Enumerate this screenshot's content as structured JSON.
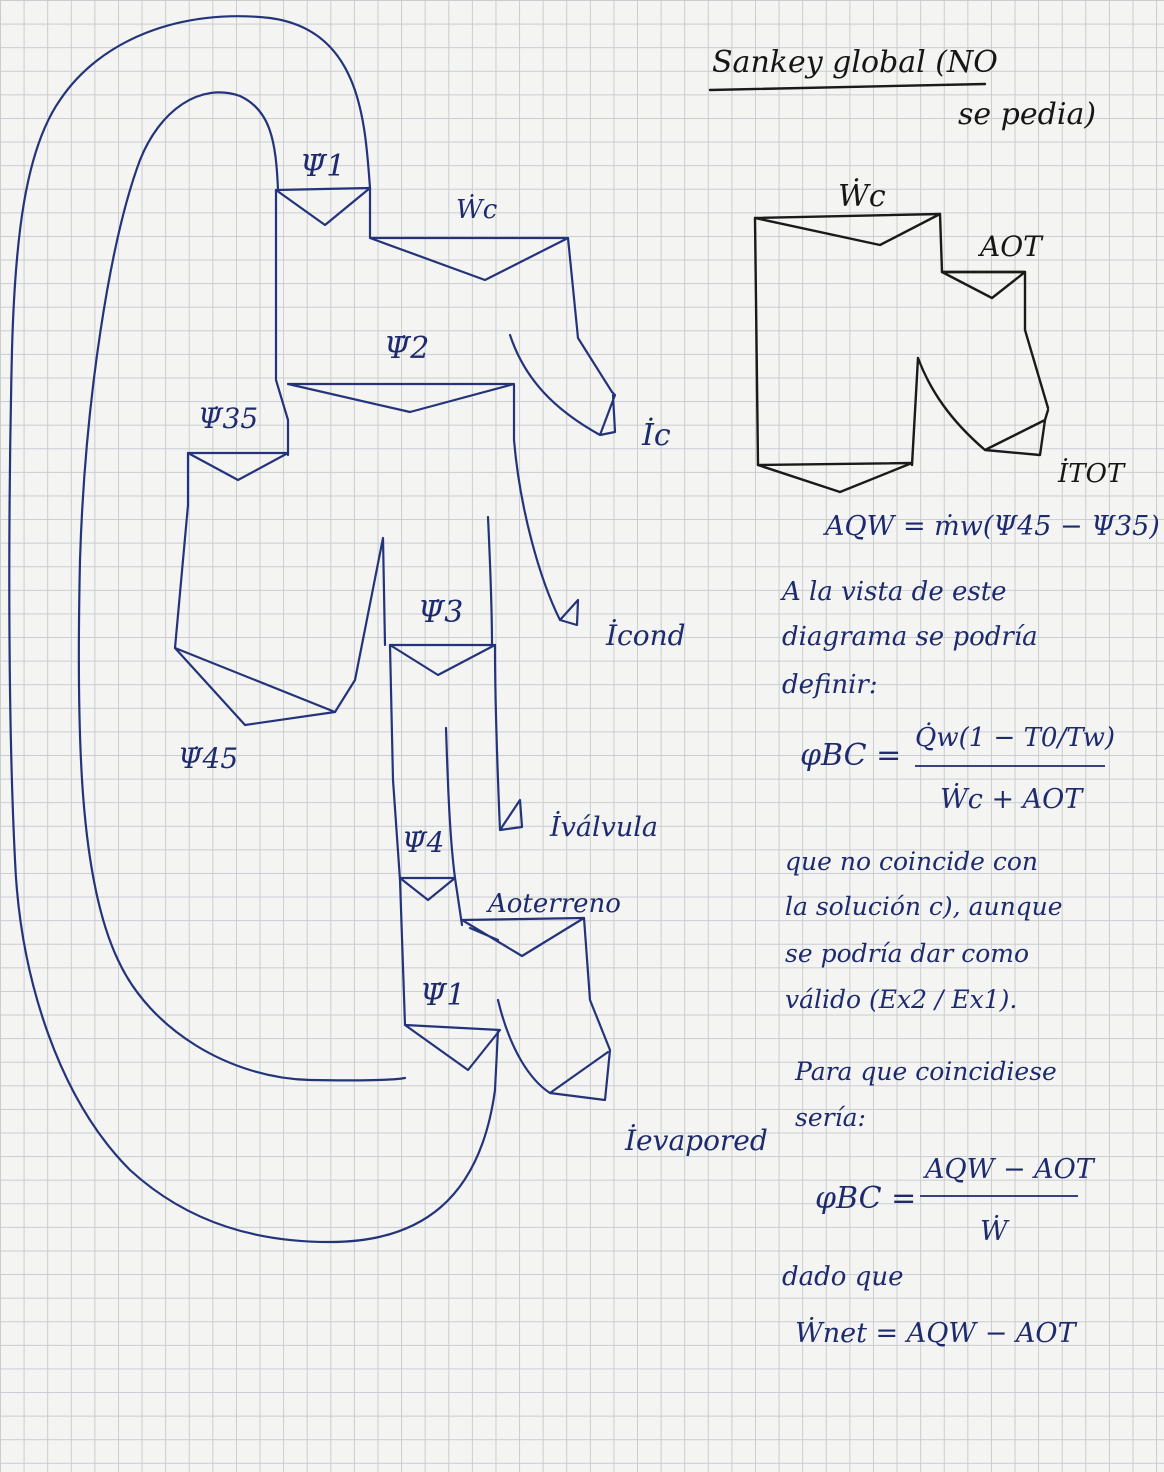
{
  "heading": {
    "line1": "Sankey  global (NO",
    "line2": "se pedia)"
  },
  "left_diagram": {
    "labels": {
      "psi1_top": "Ψ̇1",
      "wc": "Ẇc",
      "psi2": "Ψ̇2",
      "psi35": "Ψ̇35",
      "ic": "İc",
      "psi3": "Ψ̇3",
      "icond": "İcond",
      "psi45": "Ψ̇45",
      "ivalvula": "İválvula",
      "psi4": "Ψ̇4",
      "aoterreno": "Aoterreno",
      "psi1_bottom": "Ψ̇1",
      "ievapored": "İevapored"
    }
  },
  "right_diagram": {
    "labels": {
      "wc": "Ẇc",
      "aot": "AOT",
      "itot": "İTOT"
    }
  },
  "notes": {
    "eq_aqw": "AQW = ṁw(Ψ45 − Ψ35)",
    "p1_l1": "A la vista de este",
    "p1_l2": "diagrama se podría",
    "p1_l3": "definir:",
    "eq1_lhs": "φBC =",
    "eq1_num": "Q̇w(1 − T0/Tw)",
    "eq1_den": "Ẇc + AOT",
    "p2_l1": "que no coincide con",
    "p2_l2": "la solución c), aunque",
    "p2_l3": "se podría dar como",
    "p2_l4": "válido  (Ex2 / Ex1).",
    "p3_l1": "Para que coincidiese",
    "p3_l2": "sería:",
    "eq2_lhs": "φBC =",
    "eq2_num": "AQW − AOT",
    "eq2_den": "Ẇ",
    "p4_l1": "dado que",
    "eq3": "Ẇnet = AQW − AOT"
  },
  "colors": {
    "blue_ink": "#24347a",
    "black_ink": "#1a1a1a",
    "grid": "#c9ccd0",
    "paper": "#f4f4f2"
  }
}
